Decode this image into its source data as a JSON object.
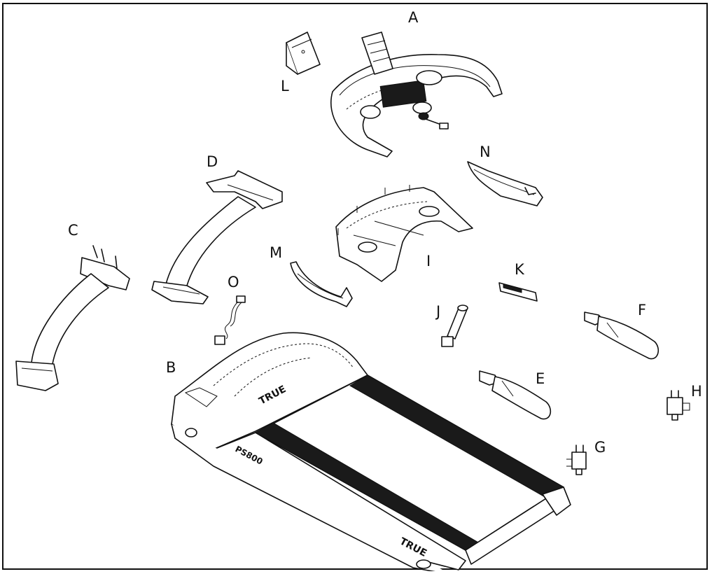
{
  "labels": {
    "A": "A",
    "B": "B",
    "C": "C",
    "D": "D",
    "E": "E",
    "F": "F",
    "G": "G",
    "H": "H",
    "I": "I",
    "J": "J",
    "K": "K",
    "L": "L",
    "M": "M",
    "N": "N",
    "O": "O"
  },
  "deck_branding": {
    "logo_text_front": "TRUE",
    "logo_text_rear": "TRUE",
    "model_text": "PS800"
  },
  "colors": {
    "line": "#111111",
    "background": "#ffffff",
    "belt": "#1a1a1a"
  }
}
